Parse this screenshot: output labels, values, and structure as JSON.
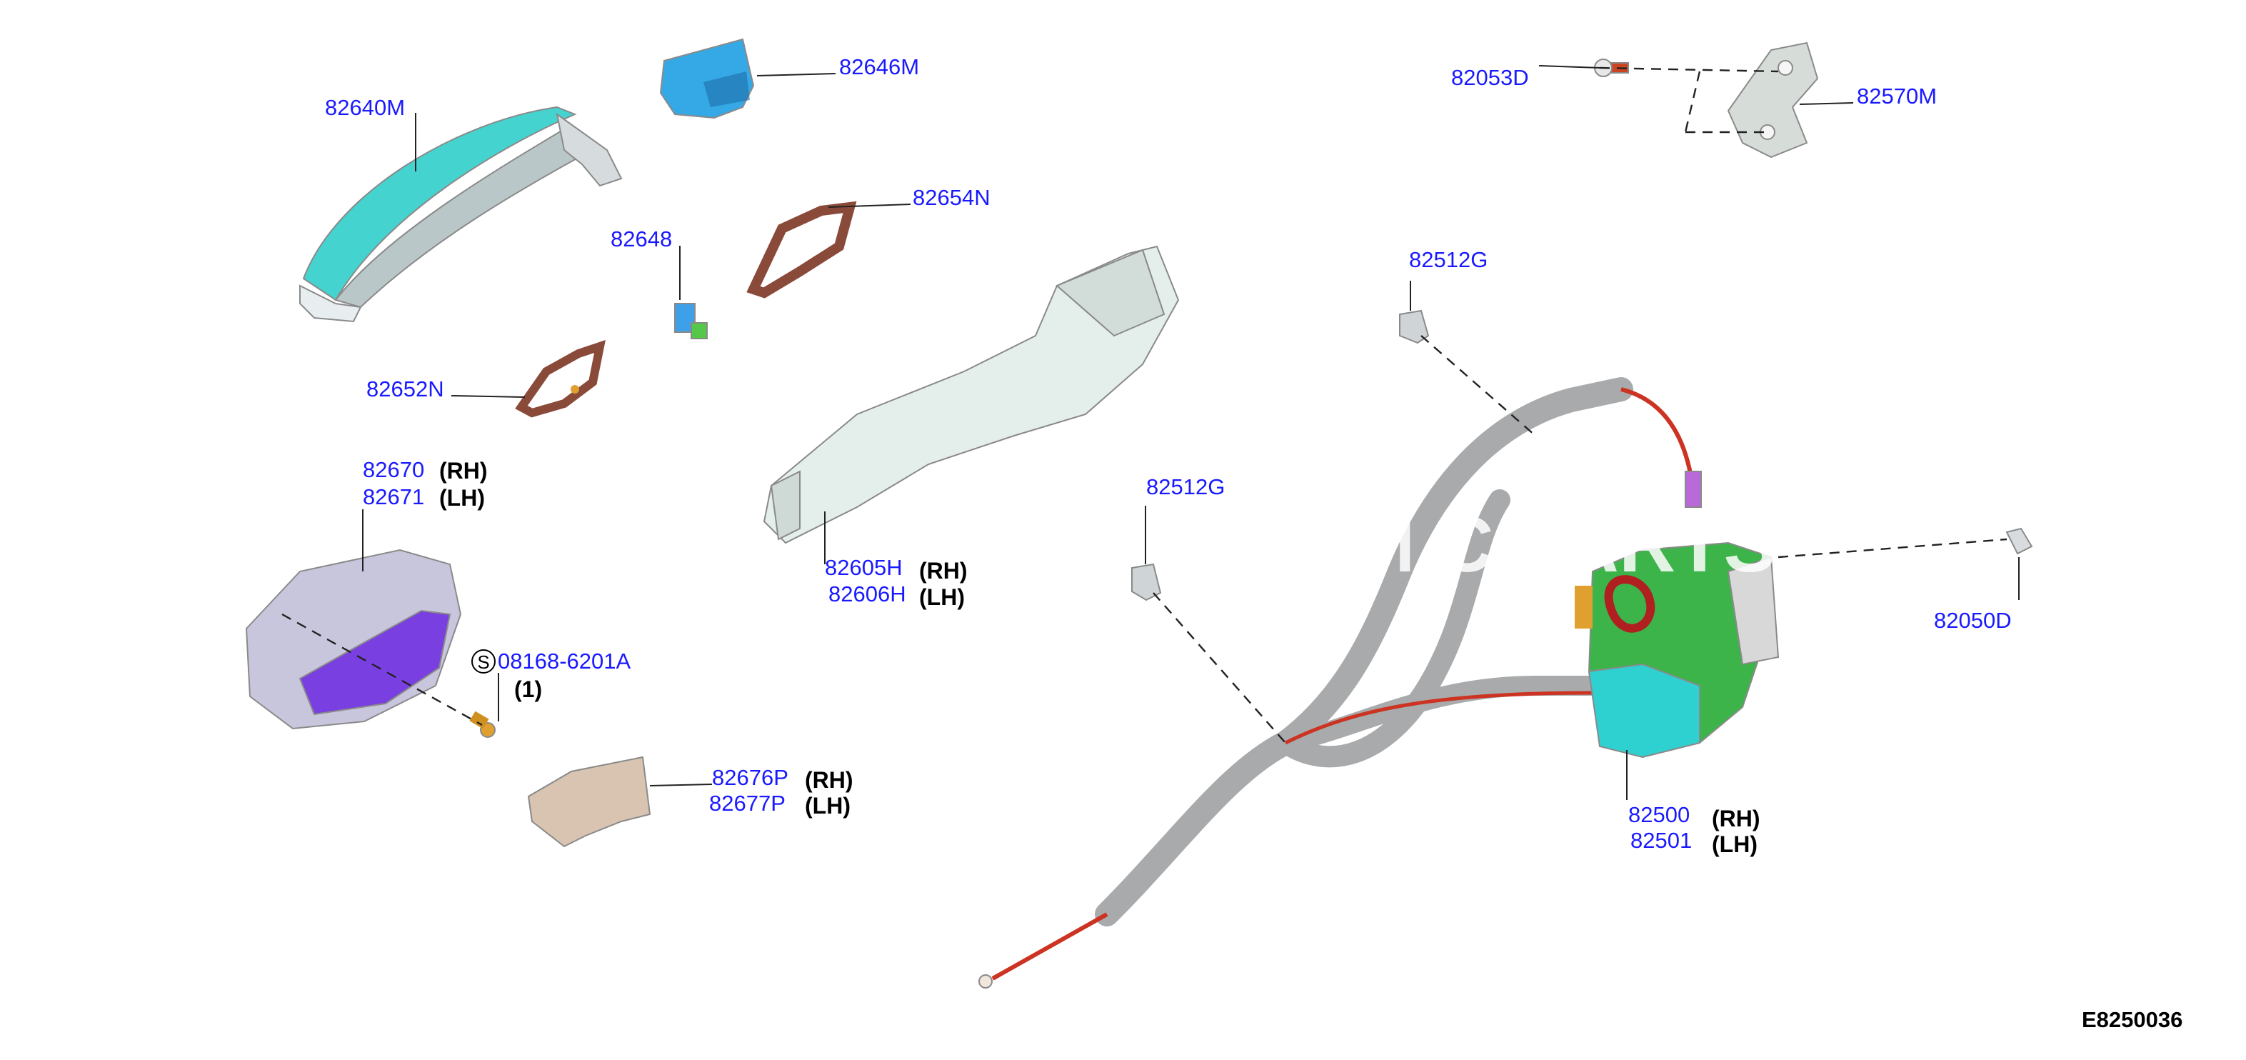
{
  "figure_id": "E8250036",
  "watermark": "M  C  PARTS",
  "screw_circle_letter": "S",
  "colors": {
    "callout": "#1a1aff",
    "handle": "#45d3cf",
    "cover": "#35a8e6",
    "gasket": "#8a4a3a",
    "bracket": "#e4eeea",
    "escutcheon_purple": "#7a3fe0",
    "escutcheon_grey": "#c8c6dc",
    "cable": "#a8aaac",
    "wire": "#cc3322",
    "actuator_green": "#3cb44a",
    "actuator_cyan": "#2ed0d0"
  },
  "callouts": {
    "p82640M": "82640M",
    "p82646M": "82646M",
    "p82648": "82648",
    "p82654N": "82654N",
    "p82652N": "82652N",
    "p82670": "82670",
    "p82670_side": "(RH)",
    "p82671": "82671",
    "p82671_side": "(LH)",
    "p82605H": "82605H",
    "p82605H_side": "(RH)",
    "p82606H": "82606H",
    "p82606H_side": "(LH)",
    "p08168": "08168-6201A",
    "p08168_qty": "(1)",
    "p82676P": "82676P",
    "p82676P_side": "(RH)",
    "p82677P": "82677P",
    "p82677P_side": "(LH)",
    "p82053D": "82053D",
    "p82570M": "82570M",
    "p82512G_a": "82512G",
    "p82512G_b": "82512G",
    "p82050D": "82050D",
    "p82500": "82500",
    "p82500_side": "(RH)",
    "p82501": "82501",
    "p82501_side": "(LH)"
  }
}
